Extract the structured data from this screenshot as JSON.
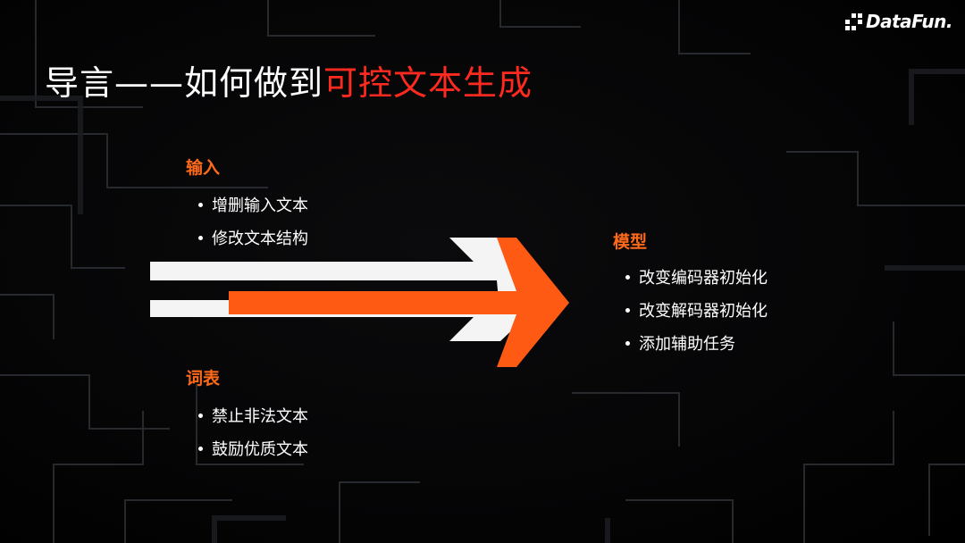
{
  "brand": {
    "logo_text": "DataFun."
  },
  "title": {
    "prefix": "导言——如何做到",
    "highlight": "可控文本生成"
  },
  "input_section": {
    "heading": "输入",
    "items": [
      "增删输入文本",
      "修改文本结构"
    ]
  },
  "vocab_section": {
    "heading": "词表",
    "items": [
      "禁止非法文本",
      "鼓励优质文本"
    ]
  },
  "model_section": {
    "heading": "模型",
    "items": [
      "改变编码器初始化",
      "改变解码器初始化",
      "添加辅助任务"
    ]
  },
  "colors": {
    "accent_orange": "#ff5a14",
    "title_red": "#ff2a1f",
    "heading_orange": "#ff6a1a",
    "arrow_white": "#f4f4f4",
    "background": "#000000"
  }
}
